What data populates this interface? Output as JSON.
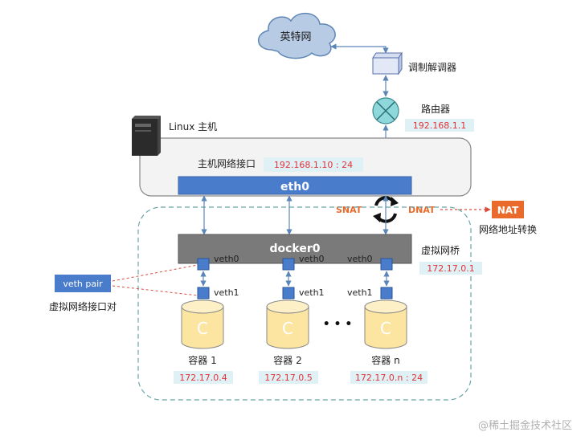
{
  "internet": {
    "label": "英特网"
  },
  "modem": {
    "label": "调制解调器"
  },
  "router": {
    "label": "路由器",
    "ip": "192.168.1.1"
  },
  "host": {
    "title": "Linux 主机",
    "nic_label": "主机网络接口",
    "nic_ip": "192.168.1.10 : 24",
    "eth_label": "eth0"
  },
  "nat": {
    "snat": "SNAT",
    "dnat": "DNAT",
    "nat_label": "NAT",
    "nat_caption": "网络地址转换"
  },
  "bridge": {
    "label": "docker0",
    "caption": "虚拟网桥",
    "ip": "172.17.0.1"
  },
  "veth_pair": {
    "label": "veth pair",
    "caption": "虚拟网络接口对"
  },
  "containers": [
    {
      "veth0": "veth0",
      "veth1": "veth1",
      "glyph": "C",
      "name": "容器 1",
      "ip": "172.17.0.4"
    },
    {
      "veth0": "veth0",
      "veth1": "veth1",
      "glyph": "C",
      "name": "容器 2",
      "ip": "172.17.0.5"
    },
    {
      "veth0": "veth0",
      "veth1": "veth1",
      "glyph": "C",
      "name": "容器 n",
      "ip": "172.17.0.n : 24"
    }
  ],
  "ellipsis": "• • •",
  "watermark": "@稀土掘金技术社区",
  "colors": {
    "ip_text": "#e3333a",
    "ip_bg": "#dff1f5",
    "bar_blue": "#4a7ccc",
    "nat_orange": "#ea6a2c",
    "cylinder": "#fbe5a0",
    "bridge_gray": "#7a7a7a",
    "dashed": "#6aa5a8"
  }
}
